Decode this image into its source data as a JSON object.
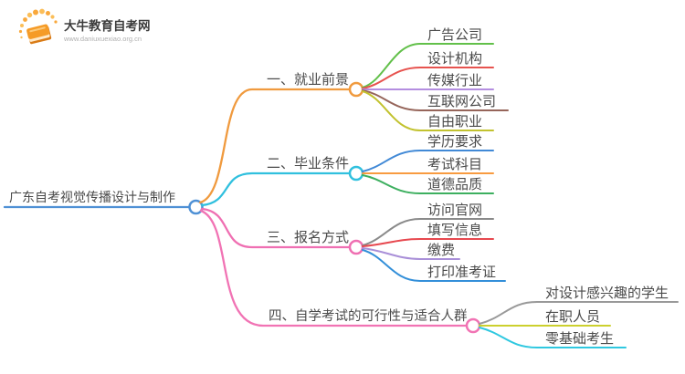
{
  "logo": {
    "site_name": "大牛教育自考网",
    "site_url": "www.daniuxuexiao.org.cn"
  },
  "mindmap": {
    "root": {
      "label": "广东自考视觉传播设计与制作",
      "color": "#4E90D5"
    },
    "branches": [
      {
        "label": "一、就业前景",
        "color": "#F09A3E",
        "children": [
          {
            "label": "广告公司",
            "color": "#62C04A"
          },
          {
            "label": "设计机构",
            "color": "#E7534F"
          },
          {
            "label": "传媒行业",
            "color": "#B48EE0"
          },
          {
            "label": "互联网公司",
            "color": "#96655A"
          },
          {
            "label": "自由职业",
            "color": "#C2C22F"
          }
        ]
      },
      {
        "label": "二、毕业条件",
        "color": "#30C0DE",
        "children": [
          {
            "label": "学历要求",
            "color": "#4189D6"
          },
          {
            "label": "考试科目",
            "color": "#F89B40"
          },
          {
            "label": "道德品质",
            "color": "#3DAF5F"
          }
        ]
      },
      {
        "label": "三、报名方式",
        "color": "#EF6FB2",
        "children": [
          {
            "label": "访问官网",
            "color": "#8A8A8A"
          },
          {
            "label": "填写信息",
            "color": "#E7484F"
          },
          {
            "label": "缴费",
            "color": "#A98FD8"
          },
          {
            "label": "打印准考证",
            "color": "#338FD9"
          }
        ]
      },
      {
        "label": "四、自学考试的可行性与适合人群",
        "color": "#F173B4",
        "children": [
          {
            "label": "对设计感兴趣的学生",
            "color": "#999999"
          },
          {
            "label": "在职人员",
            "color": "#CCD02E"
          },
          {
            "label": "零基础考生",
            "color": "#2FC8E0"
          }
        ]
      }
    ]
  }
}
